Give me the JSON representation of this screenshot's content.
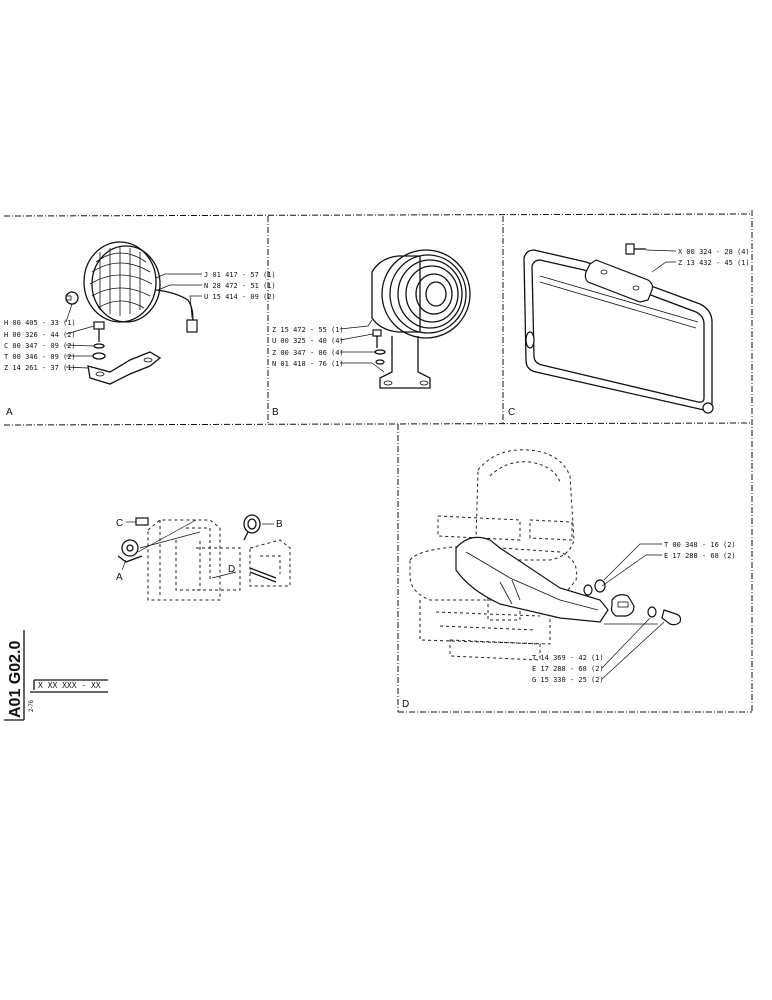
{
  "panels": {
    "a": {
      "letter": "A",
      "parts": [
        "J 01 417 - 57 (1)",
        "N 28 472 - 51 (1)",
        "U 15 414 - 09 (2)",
        "H 00 405 - 33 (1)",
        "H 00 326 - 44 (2)",
        "C 00 347 - 09 (2)",
        "T 00 346 - 09 (2)",
        "Z 14 261 - 37 (1)"
      ]
    },
    "b": {
      "letter": "B",
      "parts": [
        "Z 15 472 - 55 (1)",
        "U 00 325 - 40 (4)",
        "Z 00 347 - 06 (4)",
        "N 01 418 - 76 (1)"
      ]
    },
    "c": {
      "letter": "C",
      "parts": [
        "X 00 324 - 28 (4)",
        "Z 13 432 - 45 (1)"
      ]
    },
    "d": {
      "letter": "D",
      "parts": [
        "T 00 348 - 16 (2)",
        "E 17 288 - 68 (2)",
        "T 14 369 - 42 (1)",
        "E 17 288 - 68 (2)",
        "G 15 330 - 25 (2)"
      ]
    }
  },
  "overview": {
    "callouts": [
      "C",
      "B",
      "A",
      "D"
    ]
  },
  "title_block": {
    "code": "A01 G02.0",
    "revision": "2-76",
    "ref_text": "X XX XXX - XX"
  }
}
